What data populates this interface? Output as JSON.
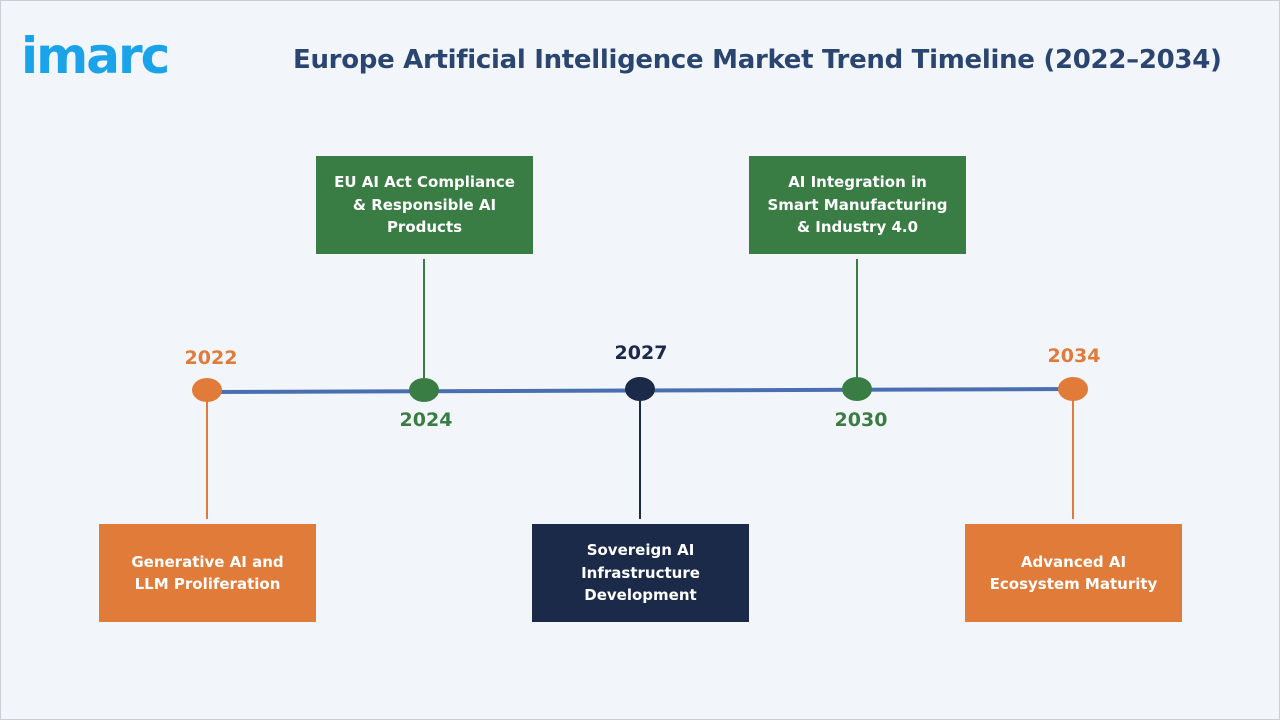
{
  "logo": {
    "text": "imarc"
  },
  "title": "Europe Artificial Intelligence Market Trend Timeline (2022–2034)",
  "colors": {
    "orange": "#e07b39",
    "green": "#3a7d44",
    "navy": "#1c2a4a",
    "line": "#4a6fb0",
    "title": "#2a4570",
    "logo": "#1aa3e8"
  },
  "milestones": [
    {
      "year": "2022",
      "label": "Generative AI and LLM Proliferation",
      "color": "orange",
      "position": "below"
    },
    {
      "year": "2024",
      "label": "EU AI Act Compliance & Responsible AI Products",
      "color": "green",
      "position": "above"
    },
    {
      "year": "2027",
      "label": "Sovereign AI Infrastructure Development",
      "color": "navy",
      "position": "below"
    },
    {
      "year": "2030",
      "label": "AI Integration in Smart Manufacturing & Industry 4.0",
      "color": "green",
      "position": "above"
    },
    {
      "year": "2034",
      "label": "Advanced AI Ecosystem Maturity",
      "color": "orange",
      "position": "below"
    }
  ]
}
